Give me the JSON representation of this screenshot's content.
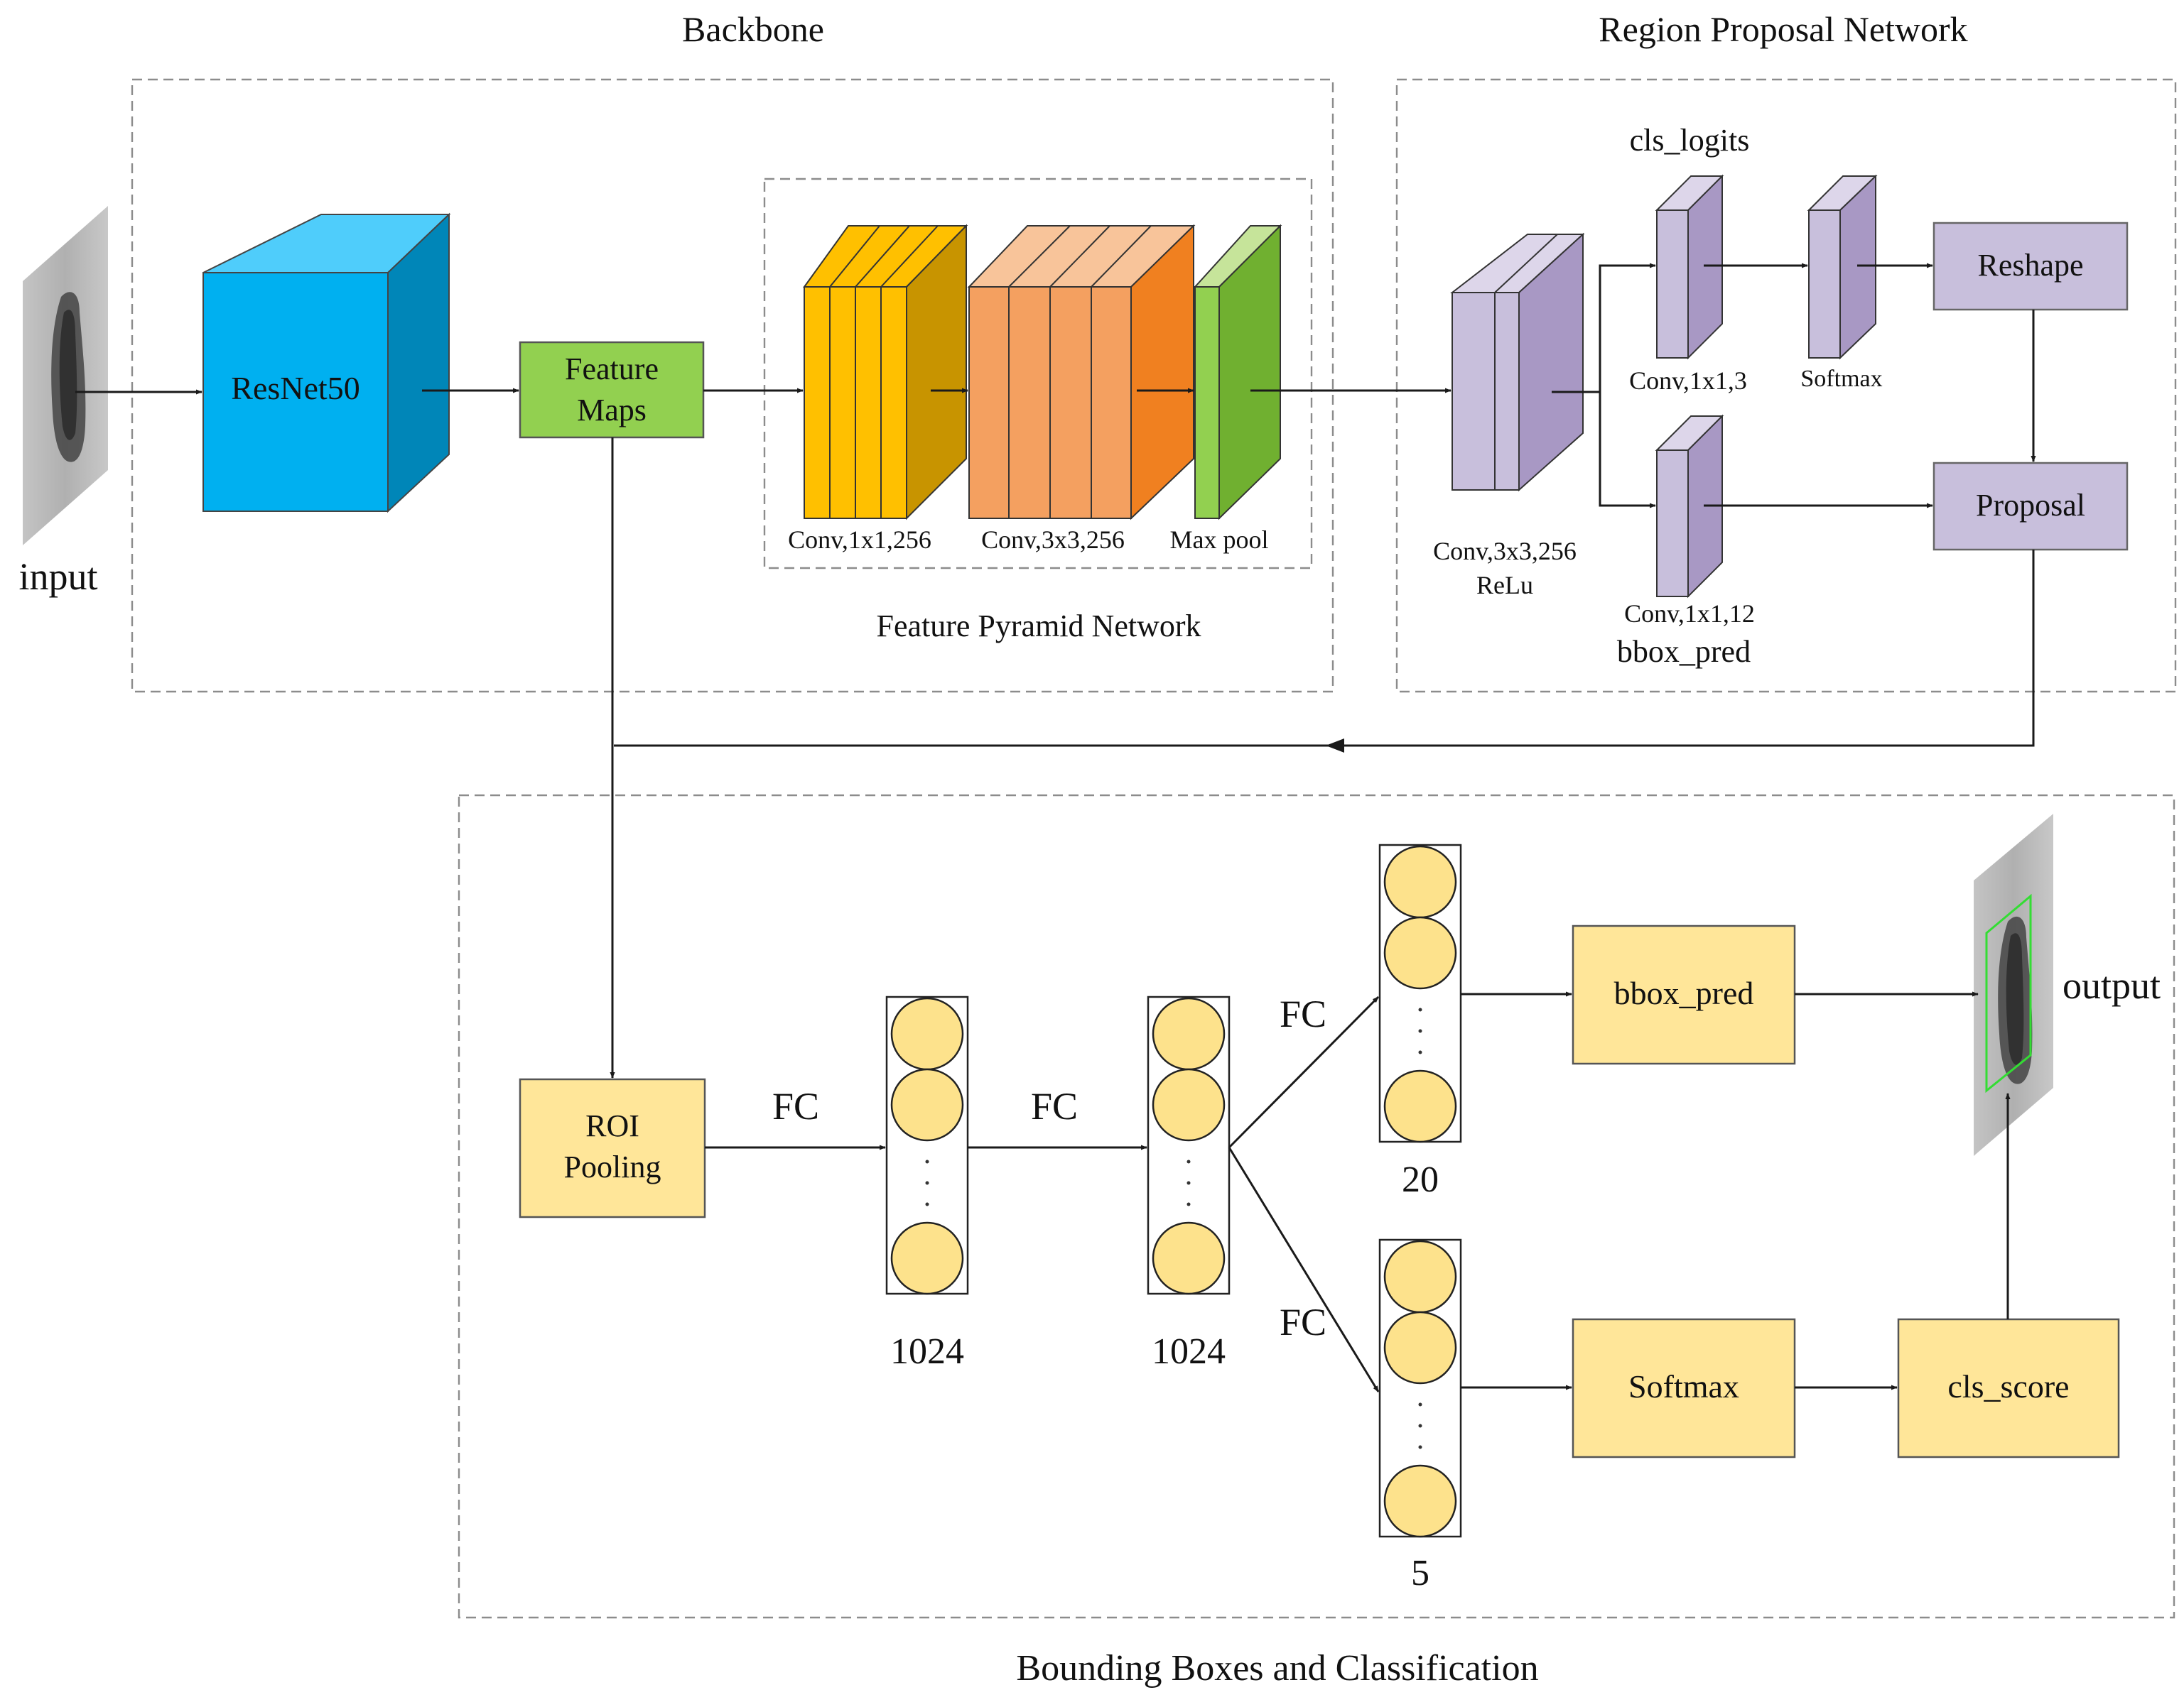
{
  "sections": {
    "backbone": "Backbone",
    "rpn": "Region Proposal Network",
    "fpn": "Feature Pyramid Network",
    "bbox_cls": "Bounding Boxes and Classification"
  },
  "io": {
    "input": "input",
    "output": "output"
  },
  "backbone": {
    "resnet": "ResNet50",
    "feature_maps_line1": "Feature",
    "feature_maps_line2": "Maps"
  },
  "fpn": {
    "conv1": "Conv,1x1,256",
    "conv3": "Conv,3x3,256",
    "maxpool": "Max pool"
  },
  "rpn": {
    "conv_line1": "Conv,3x3,256",
    "conv_line2": "ReLu",
    "cls_logits": "cls_logits",
    "conv_cls": "Conv,1x1,3",
    "softmax": "Softmax",
    "reshape": "Reshape",
    "proposal": "Proposal",
    "conv_bbox": "Conv,1x1,12",
    "bbox_pred": "bbox_pred"
  },
  "head": {
    "roi_line1": "ROI",
    "roi_line2": "Pooling",
    "fc": "FC",
    "n1": "1024",
    "n2": "1024",
    "n3": "20",
    "n4": "5",
    "bbox_pred": "bbox_pred",
    "softmax": "Softmax",
    "cls_score": "cls_score"
  },
  "colors": {
    "resnet_front": "#00b0f0",
    "resnet_top": "#4fcdfb",
    "resnet_side": "#0086b8",
    "green": "#92d050",
    "yellow": "#ffc000",
    "orange": "#f4a060",
    "purple": "#c8bfdc",
    "beige": "#ffe699",
    "neuron": "#fde28c"
  }
}
